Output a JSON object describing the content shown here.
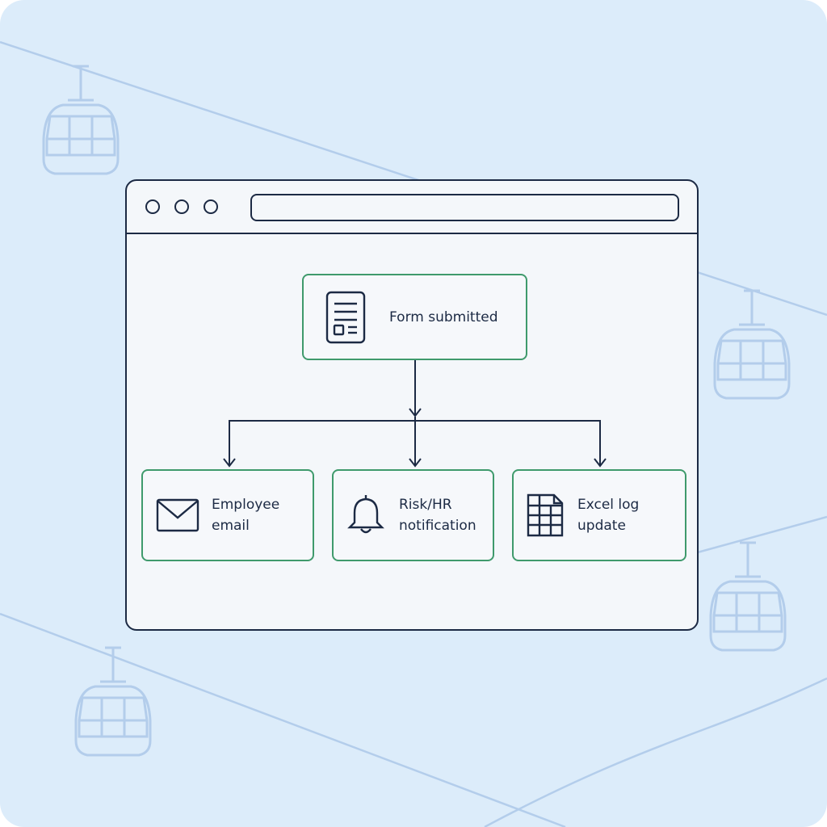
{
  "colors": {
    "background": "#dcecfa",
    "window_bg": "#f4f7fa",
    "outline": "#1c2a44",
    "accent_green": "#3f9a6c",
    "decor": "#b3cdeb"
  },
  "icons": {
    "window_controls": [
      "circle-icon",
      "circle-icon",
      "circle-icon"
    ],
    "form": "form-document-icon",
    "email": "envelope-icon",
    "notification": "bell-icon",
    "spreadsheet": "spreadsheet-icon",
    "background": "cable-car-icon"
  },
  "diagram": {
    "root": {
      "label": "Form submitted"
    },
    "branches": [
      {
        "label": "Employee email"
      },
      {
        "label": "Risk/HR notification"
      },
      {
        "label": "Excel log update"
      }
    ]
  }
}
